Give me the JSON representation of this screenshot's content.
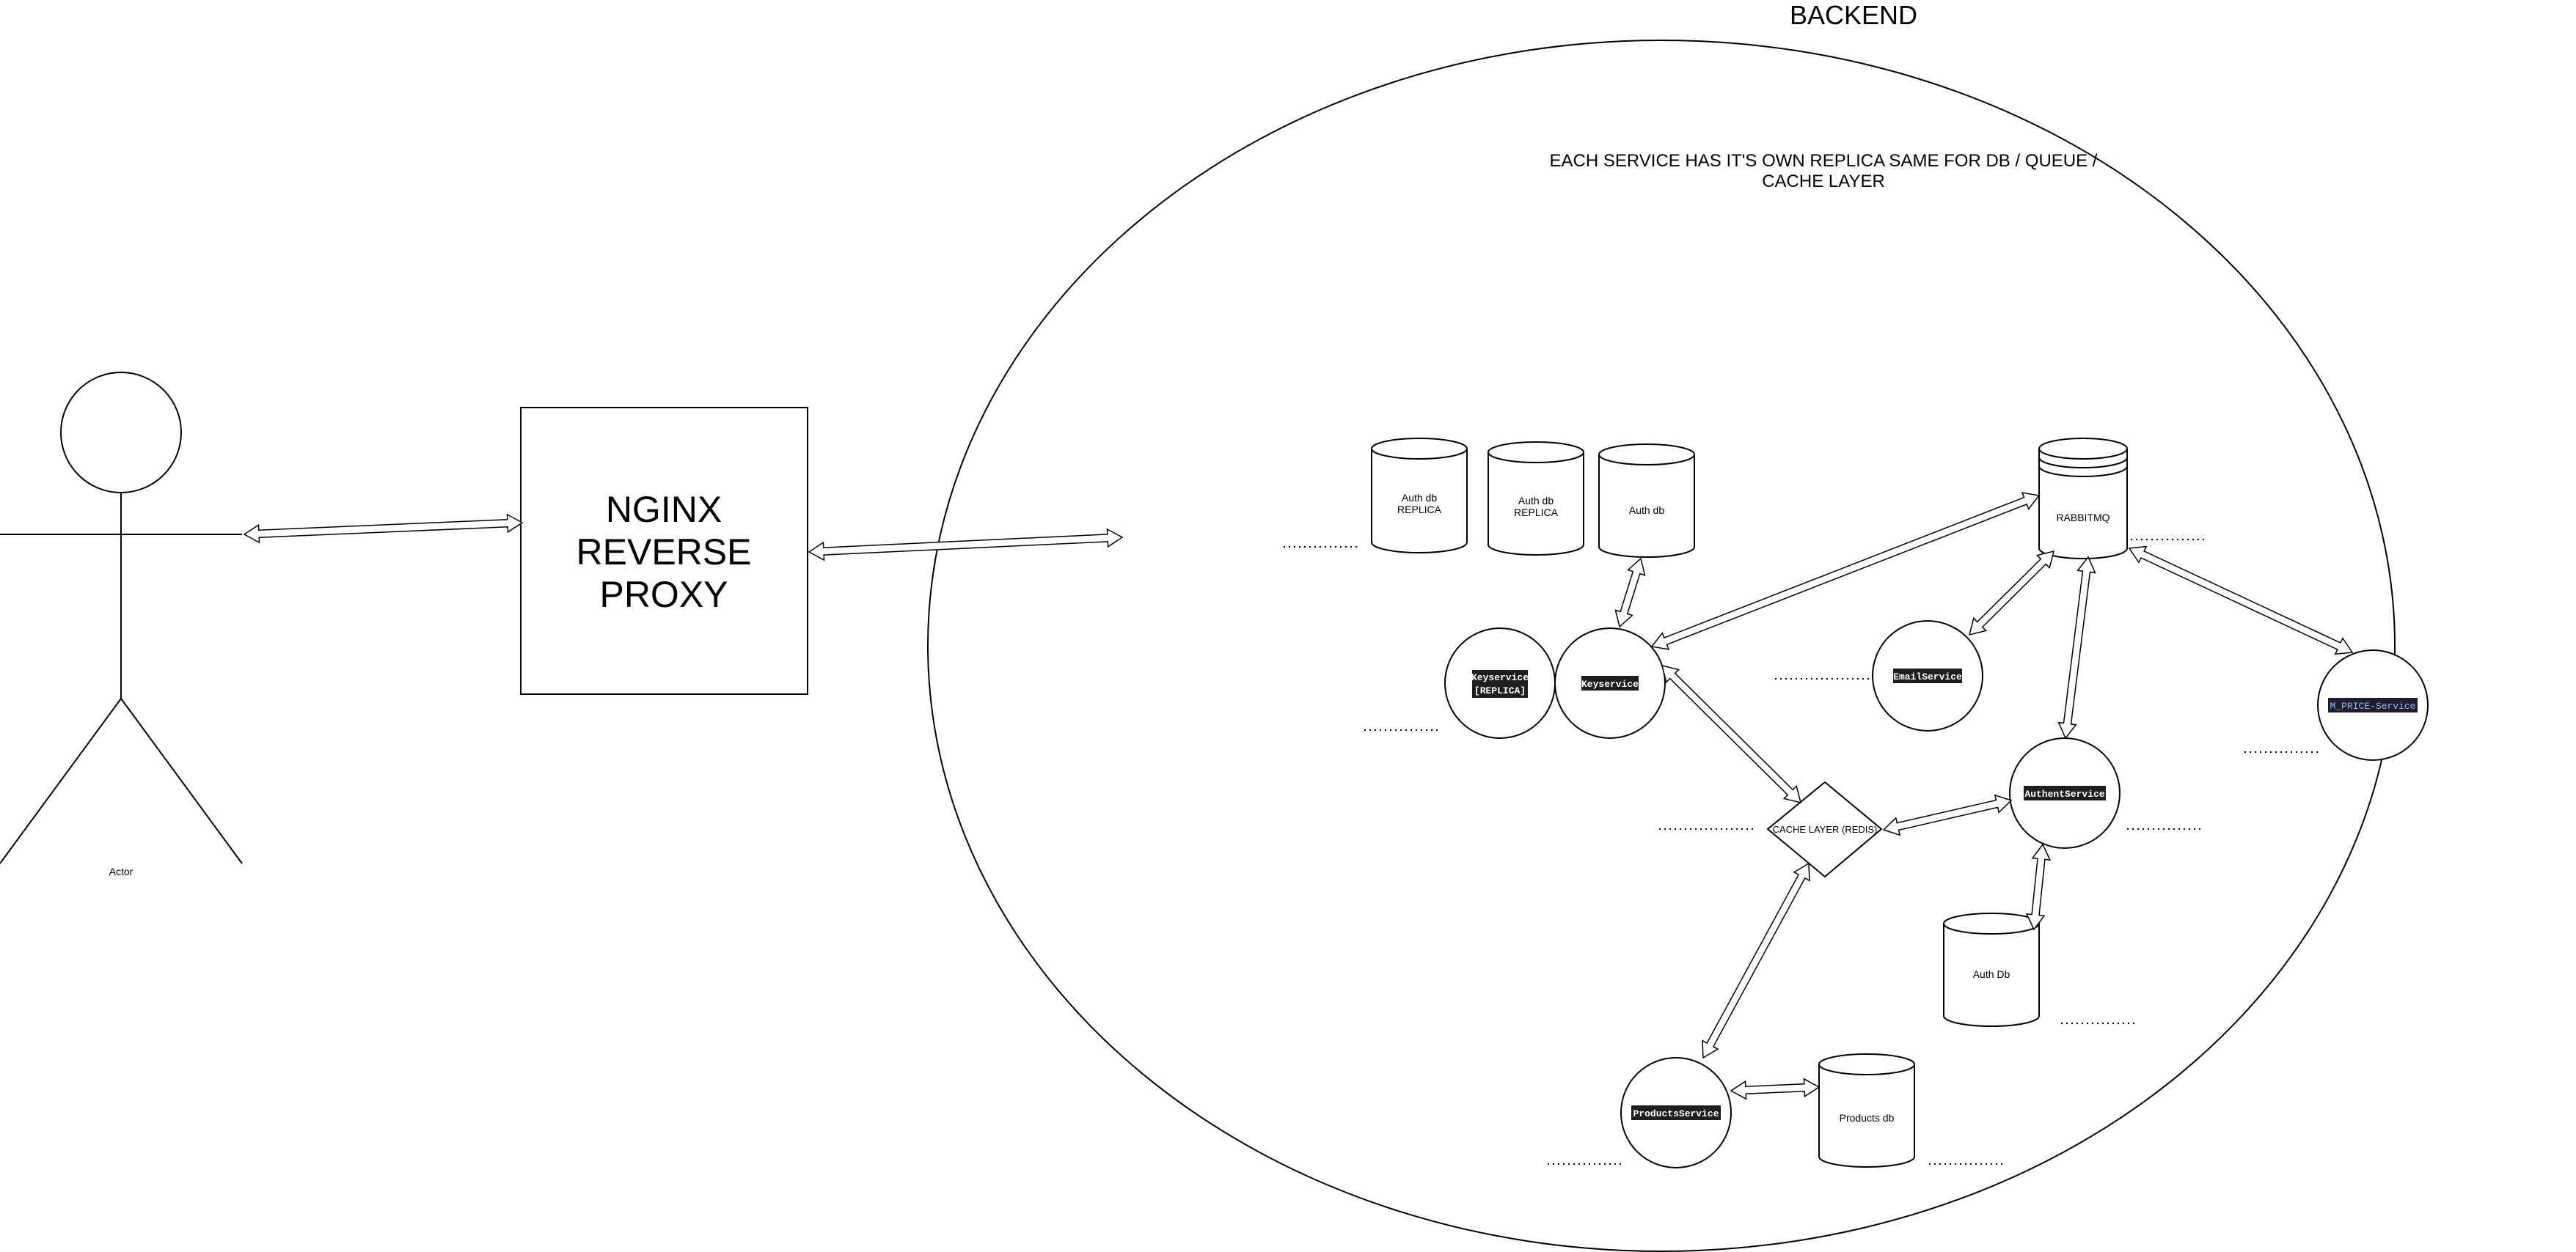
{
  "actor": {
    "label": "Actor"
  },
  "proxy": {
    "line1": "NGINX",
    "line2": "REVERSE",
    "line3": "PROXY"
  },
  "backend": {
    "title": "BACKEND",
    "note_line1": "EACH SERVICE HAS IT'S OWN REPLICA SAME FOR DB / QUEUE /",
    "note_line2": "CACHE LAYER"
  },
  "databases": {
    "auth_replica_1": {
      "line1": "Auth db",
      "line2": "REPLICA"
    },
    "auth_replica_2": {
      "line1": "Auth db",
      "line2": "REPLICA"
    },
    "auth_db": "Auth db",
    "auth_db_2": "Auth Db",
    "products_db": "Products db"
  },
  "queue": {
    "label": "RABBITMQ"
  },
  "cache": {
    "label": "CACHE LAYER (REDIS)"
  },
  "services": {
    "keyservice_replica": {
      "line1": "Keyservice",
      "line2": "[REPLICA]"
    },
    "keyservice": "Keyservice",
    "emailservice": "EmailService",
    "authentservice": "AuthentService",
    "productsservice": "ProductsService",
    "price_service": "M_PRICE-Service"
  },
  "colors": {
    "stroke": "#000000",
    "background": "#ffffff",
    "code_label_bg": "#1e1e1e",
    "code_label_text": "#ffffff",
    "price_label_bg": "#1e1e2e",
    "price_label_text": "#9cb4f0"
  }
}
